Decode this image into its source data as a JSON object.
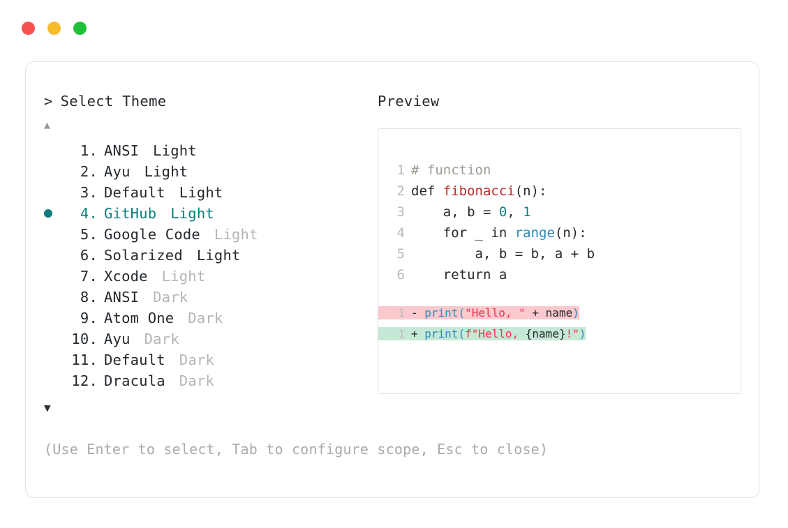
{
  "window": {
    "dots": [
      {
        "name": "close",
        "color": "#f5514f"
      },
      {
        "name": "minimize",
        "color": "#f6bb2d"
      },
      {
        "name": "maximize",
        "color": "#21c03a"
      }
    ]
  },
  "left": {
    "prompt_caret": ">",
    "prompt_title": "Select Theme",
    "scroll_up_icon": "▲",
    "scroll_down_icon": "▼",
    "selected_index": 4,
    "items": [
      {
        "number": "1.",
        "name": "ANSI",
        "variant": "Light",
        "variant_muted": false,
        "selected": false
      },
      {
        "number": "2.",
        "name": "Ayu",
        "variant": "Light",
        "variant_muted": false,
        "selected": false
      },
      {
        "number": "3.",
        "name": "Default",
        "variant": "Light",
        "variant_muted": false,
        "selected": false
      },
      {
        "number": "4.",
        "name": "GitHub",
        "variant": "Light",
        "variant_muted": false,
        "selected": true
      },
      {
        "number": "5.",
        "name": "Google Code",
        "variant": "Light",
        "variant_muted": true,
        "selected": false
      },
      {
        "number": "6.",
        "name": "Solarized",
        "variant": "Light",
        "variant_muted": false,
        "selected": false
      },
      {
        "number": "7.",
        "name": "Xcode",
        "variant": "Light",
        "variant_muted": true,
        "selected": false
      },
      {
        "number": "8.",
        "name": "ANSI",
        "variant": "Dark",
        "variant_muted": true,
        "selected": false
      },
      {
        "number": "9.",
        "name": "Atom One",
        "variant": "Dark",
        "variant_muted": true,
        "selected": false
      },
      {
        "number": "10.",
        "name": "Ayu",
        "variant": "Dark",
        "variant_muted": true,
        "selected": false
      },
      {
        "number": "11.",
        "name": "Default",
        "variant": "Dark",
        "variant_muted": true,
        "selected": false
      },
      {
        "number": "12.",
        "name": "Dracula",
        "variant": "Dark",
        "variant_muted": true,
        "selected": false
      }
    ],
    "hint": "(Use Enter to select, Tab to configure scope, Esc to close)"
  },
  "right": {
    "preview_label": "Preview",
    "code": [
      {
        "ln": "1",
        "tokens": [
          {
            "t": "# function",
            "c": "tok-comment"
          }
        ]
      },
      {
        "ln": "2",
        "tokens": [
          {
            "t": "def ",
            "c": "tok-keyword"
          },
          {
            "t": "fibonacci",
            "c": "tok-func"
          },
          {
            "t": "(n):",
            "c": "tok-plain"
          }
        ]
      },
      {
        "ln": "3",
        "tokens": [
          {
            "t": "    a, b = ",
            "c": "tok-plain"
          },
          {
            "t": "0",
            "c": "tok-num"
          },
          {
            "t": ", ",
            "c": "tok-plain"
          },
          {
            "t": "1",
            "c": "tok-num"
          }
        ]
      },
      {
        "ln": "4",
        "tokens": [
          {
            "t": "    for _ in ",
            "c": "tok-plain"
          },
          {
            "t": "range",
            "c": "tok-builtin"
          },
          {
            "t": "(n):",
            "c": "tok-plain"
          }
        ]
      },
      {
        "ln": "5",
        "tokens": [
          {
            "t": "        a, b = b, a + b",
            "c": "tok-plain"
          }
        ]
      },
      {
        "ln": "6",
        "tokens": [
          {
            "t": "    return a",
            "c": "tok-plain"
          }
        ]
      }
    ],
    "diff": [
      {
        "ln": "1",
        "sign": "-",
        "kind": "minus",
        "tokens": [
          {
            "t": "print",
            "c": "tok-print"
          },
          {
            "t": "(",
            "c": "tok-punct"
          },
          {
            "t": "\"Hello, \"",
            "c": "tok-string"
          },
          {
            "t": " + name",
            "c": "tok-plain"
          },
          {
            "t": ")",
            "c": "tok-punct"
          }
        ]
      },
      {
        "ln": "1",
        "sign": "+",
        "kind": "plus",
        "tokens": [
          {
            "t": "print",
            "c": "tok-print"
          },
          {
            "t": "(",
            "c": "tok-punct"
          },
          {
            "t": "f\"Hello, ",
            "c": "tok-string"
          },
          {
            "t": "{name}",
            "c": "tok-plain"
          },
          {
            "t": "!\"",
            "c": "tok-string"
          },
          {
            "t": ")",
            "c": "tok-punct"
          }
        ]
      }
    ]
  }
}
